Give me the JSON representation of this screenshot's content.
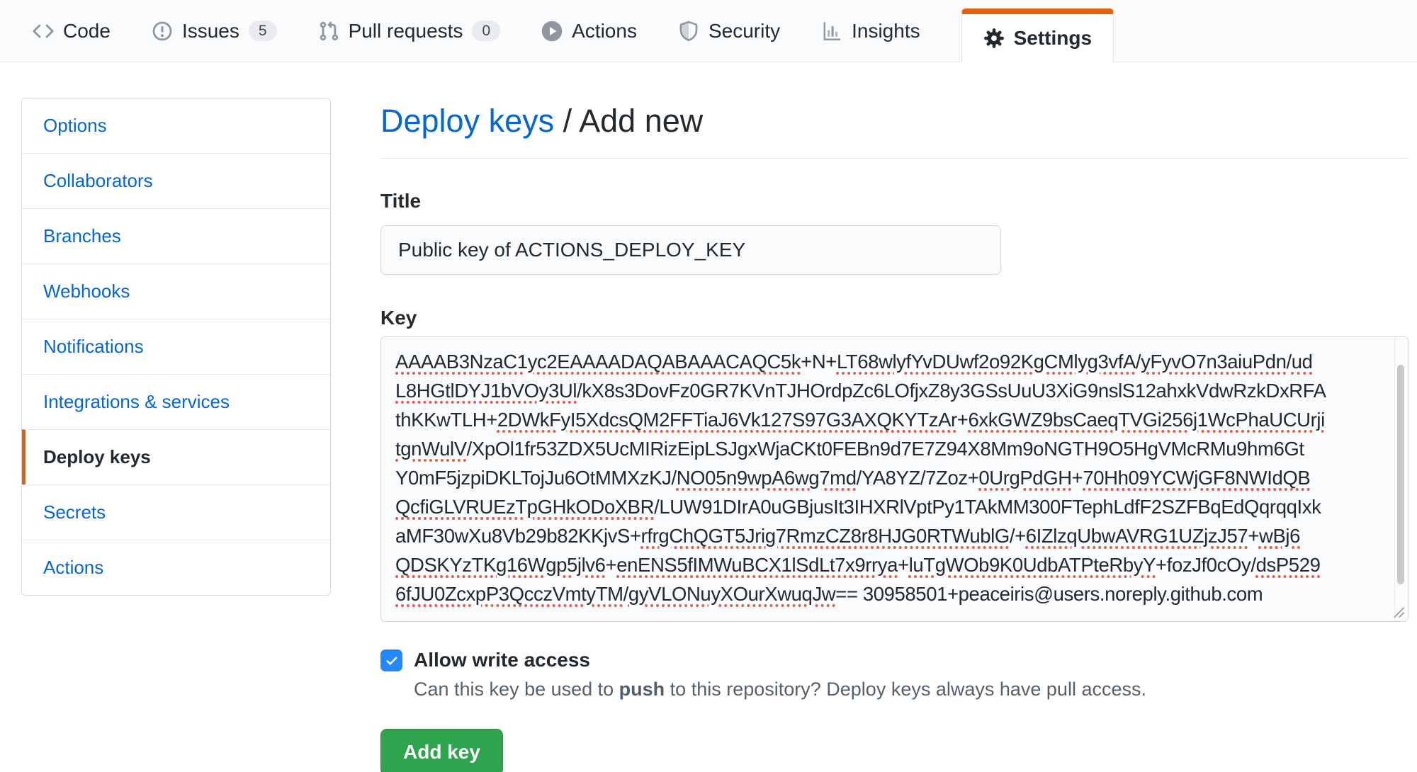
{
  "nav": {
    "tabs": [
      {
        "label": "Code",
        "icon": "code-icon"
      },
      {
        "label": "Issues",
        "icon": "issue-icon",
        "badge": "5"
      },
      {
        "label": "Pull requests",
        "icon": "pull-request-icon",
        "badge": "0"
      },
      {
        "label": "Actions",
        "icon": "play-icon"
      },
      {
        "label": "Security",
        "icon": "shield-icon"
      },
      {
        "label": "Insights",
        "icon": "graph-icon"
      },
      {
        "label": "Settings",
        "icon": "gear-icon",
        "active": true
      }
    ]
  },
  "sidebar": {
    "items": [
      {
        "label": "Options"
      },
      {
        "label": "Collaborators"
      },
      {
        "label": "Branches"
      },
      {
        "label": "Webhooks"
      },
      {
        "label": "Notifications"
      },
      {
        "label": "Integrations & services"
      },
      {
        "label": "Deploy keys",
        "active": true
      },
      {
        "label": "Secrets"
      },
      {
        "label": "Actions"
      }
    ]
  },
  "main": {
    "breadcrumb": {
      "parent": "Deploy keys",
      "separator": " / ",
      "current": "Add new"
    },
    "form": {
      "title_label": "Title",
      "title_value": "Public key of ACTIONS_DEPLOY_KEY",
      "key_label": "Key",
      "key_lines": [
        [
          {
            "t": "AAAAB3NzaC1yc2EAAAADAQABAAACAQC5k",
            "m": true
          },
          {
            "t": "+N+"
          },
          {
            "t": "LT68wlyfYvDUwf2o92KgCMlyg3vfA",
            "m": true
          },
          {
            "t": "/"
          },
          {
            "t": "yFyvO7n3aiuPdn",
            "m": true
          },
          {
            "t": "/"
          },
          {
            "t": "ud",
            "m": true
          }
        ],
        [
          {
            "t": "L8HGtlDYJ1bVOy3Ul",
            "m": true
          },
          {
            "t": "/kX8s3DovFz0GR7KVnTJHOrdpZc6LOfjxZ8y3GSsUuU3XiG9nslS12ahxkVdwRzkDxRFA"
          }
        ],
        [
          {
            "t": "thKKwTLH+"
          },
          {
            "t": "2DWkFyI5XdcsQM2FFTiaJ6Vk127S97G3AXQKYTzAr",
            "m": true
          },
          {
            "t": "+"
          },
          {
            "t": "6xkGWZ9bsCaeqTVGi256j1WcPhaUCUrji",
            "m": true
          }
        ],
        [
          {
            "t": "tgnWulV",
            "m": true
          },
          {
            "t": "/XpOl1fr53ZDX5UcMIRizEipLSJgxWjaCKt0FEBn9d7E7Z94X8Mm9oNGTH9O5HgVMcRMu9hm6Gt"
          }
        ],
        [
          {
            "t": "Y0mF5jzpiDKLTojJu6OtMMXzKJ/"
          },
          {
            "t": "NO05n9wpA6wg7md",
            "m": true
          },
          {
            "t": "/YA8YZ/7Zoz+"
          },
          {
            "t": "0UrgPdGH",
            "m": true
          },
          {
            "t": "+"
          },
          {
            "t": "70Hh09YCWjGF8NWIdQB",
            "m": true
          }
        ],
        [
          {
            "t": "QcfiGLVRUEzTpGHkODoXBR",
            "m": true
          },
          {
            "t": "/LUW91DIrA0uGBjusIt3IHXRlVptPy1TAkMM300FTephLdfF2SZFBqEdQqrqqIxk"
          }
        ],
        [
          {
            "t": "aMF30wXu8Vb29b82KKjvS+"
          },
          {
            "t": "rfrgChQGT5Jrig7RmzCZ8r8HJG0RTWublG",
            "m": true
          },
          {
            "t": "/+"
          },
          {
            "t": "6IZlzqUbwAVRG1UZjzJ57",
            "m": true
          },
          {
            "t": "+"
          },
          {
            "t": "wBj6",
            "m": true
          }
        ],
        [
          {
            "t": "QDSKYzTKg16Wgp5jlv6",
            "m": true
          },
          {
            "t": "+"
          },
          {
            "t": "enENS5fIMWuBCX1lSdLt7x9rrya",
            "m": true
          },
          {
            "t": "+"
          },
          {
            "t": "luTgWOb9K0UdbATPteRbyY",
            "m": true
          },
          {
            "t": "+fozJf0cOy/"
          },
          {
            "t": "dsP529",
            "m": true
          }
        ],
        [
          {
            "t": "6fJU0ZcxpP3QcczVmtyTM",
            "m": true
          },
          {
            "t": "/"
          },
          {
            "t": "gyVLONuyXOurXwuqJw",
            "m": true
          },
          {
            "t": "== 30958501+peaceiris@users.noreply.github.com"
          }
        ]
      ],
      "checkbox_label": "Allow write access",
      "checkbox_checked": true,
      "note_parts": [
        {
          "t": "Can this key be used to "
        },
        {
          "t": "push",
          "b": true
        },
        {
          "t": " to this repository? Deploy keys always have pull access."
        }
      ],
      "submit_label": "Add key"
    }
  },
  "colors": {
    "accent_orange": "#e36209",
    "link_blue": "#0366d6",
    "button_green": "#2ea44f",
    "checkbox_blue": "#2188ff",
    "spellcheck_red": "#e0604c"
  }
}
